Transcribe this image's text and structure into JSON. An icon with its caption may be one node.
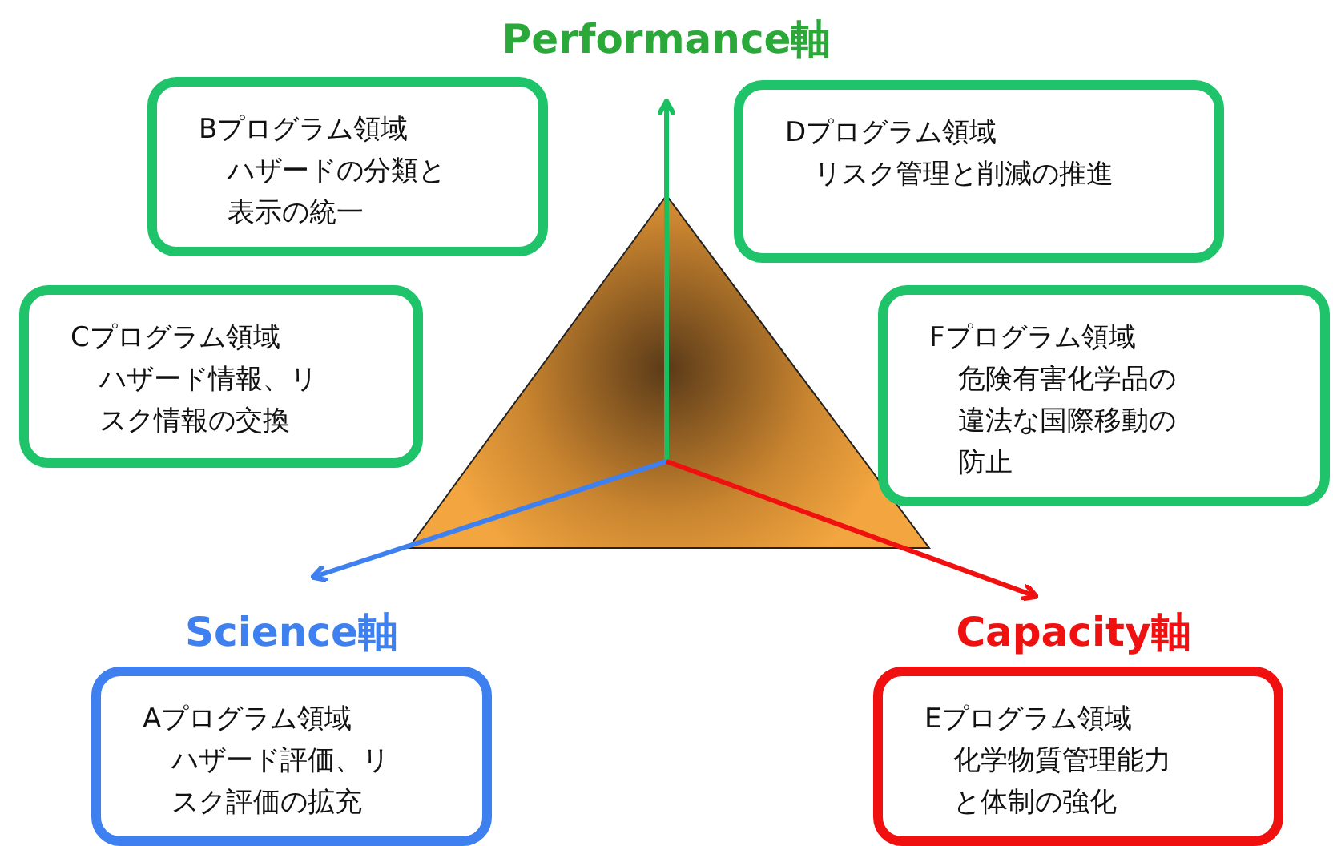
{
  "diagram": {
    "nodes": [
      {
        "text": [
          "Bプログラム領域",
          "ハザードの分類と表示の統一"
        ]
      },
      {
        "text": [
          "Dプログラム領域",
          "リスク管理と削減の推進"
        ]
      },
      {
        "text": [
          "Cプログラム領域",
          "ハザード情報、リスク情報の交換"
        ]
      },
      {
        "text": [
          "Fプログラム領域",
          "危険有害化学品の違法な国際移動の防止"
        ]
      },
      {
        "text": [
          "Aプログラム領域",
          "ハザード評価、リスク評価の拡充"
        ]
      },
      {
        "text": [
          "Eプログラム領域",
          "化学物質管理能力と体制の強化"
        ]
      }
    ],
    "labels": [
      "Performance軸",
      "Science軸",
      "Capacity軸"
    ]
  }
}
